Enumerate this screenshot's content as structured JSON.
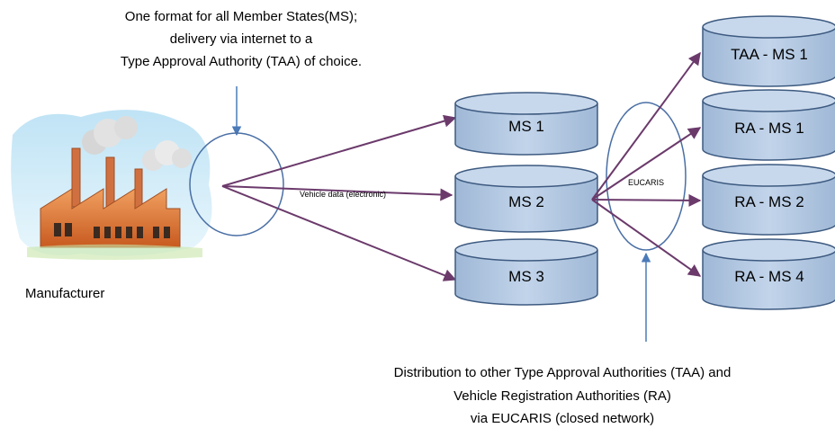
{
  "top_note": {
    "lines": [
      "One format for all Member States(MS);",
      "delivery via internet to a",
      "Type Approval Authority (TAA) of choice."
    ]
  },
  "manufacturer": {
    "label": "Manufacturer"
  },
  "flow_label": "Vehicle data (electronic)",
  "hub_label": "EUCARIS",
  "member_states": [
    {
      "label": "MS 1"
    },
    {
      "label": "MS 2"
    },
    {
      "label": "MS 3"
    }
  ],
  "authorities": [
    {
      "label": "TAA - MS 1"
    },
    {
      "label": "RA - MS 1"
    },
    {
      "label": "RA - MS 2"
    },
    {
      "label": "RA - MS 4"
    }
  ],
  "bottom_note": {
    "lines": [
      "Distribution to other Type Approval Authorities (TAA) and",
      "Vehicle Registration Authorities (RA)",
      "via EUCARIS (closed network)"
    ]
  },
  "colors": {
    "cylinder_fill": "#b9cde4",
    "cylinder_stroke": "#3d5a80",
    "arrow": "#6b3a6b",
    "ellipse": "#4a6fa5",
    "pointer": "#4a7ab8"
  }
}
